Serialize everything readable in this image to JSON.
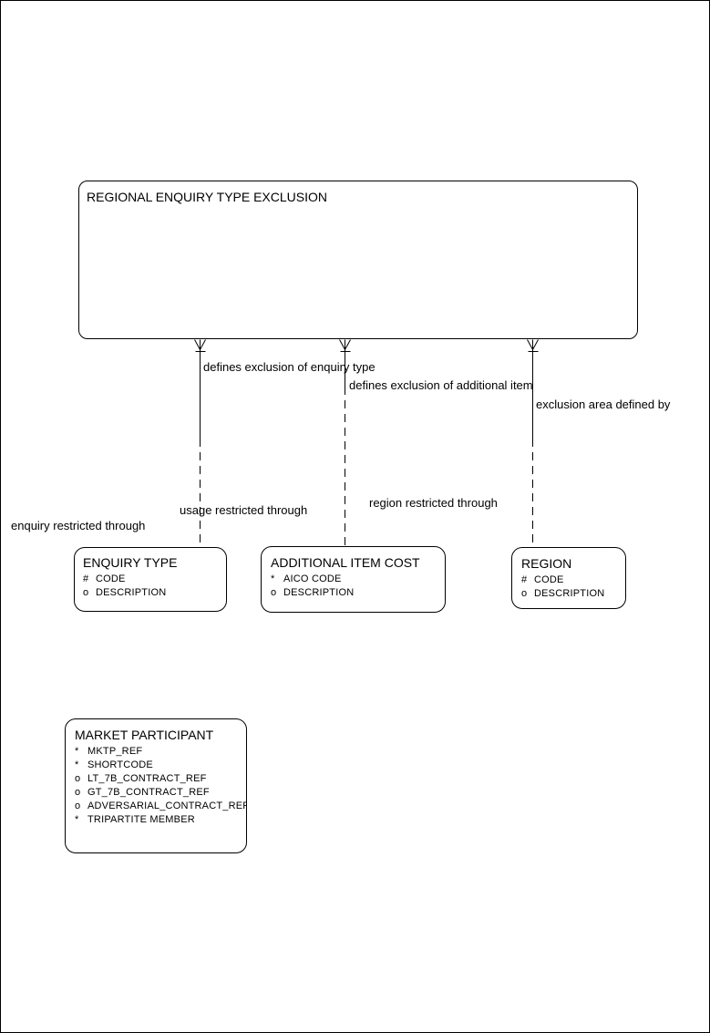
{
  "page": {
    "background_color": "#ffffff",
    "line_color": "#000000"
  },
  "root_entity": {
    "title": "REGIONAL ENQUIRY TYPE EXCLUSION"
  },
  "relationships": [
    {
      "id": "regional-exclusion-to-enquiry-type",
      "near_label": "defines exclusion of enquiry type",
      "far_label": "enquiry restricted through"
    },
    {
      "id": "regional-exclusion-to-additional-item-cost",
      "near_label": "defines exclusion of additional item",
      "far_label": "usage restricted through"
    },
    {
      "id": "regional-exclusion-to-region",
      "near_label": "exclusion area defined by",
      "far_label": "region restricted through"
    }
  ],
  "entities": [
    {
      "title": "ENQUIRY TYPE",
      "attributes": [
        {
          "prefix": "#",
          "name": "CODE"
        },
        {
          "prefix": "o",
          "name": "DESCRIPTION"
        }
      ]
    },
    {
      "title": "ADDITIONAL ITEM COST",
      "attributes": [
        {
          "prefix": "*",
          "name": "AICO CODE"
        },
        {
          "prefix": "o",
          "name": "DESCRIPTION"
        }
      ]
    },
    {
      "title": "REGION",
      "attributes": [
        {
          "prefix": "#",
          "name": "CODE"
        },
        {
          "prefix": "o",
          "name": "DESCRIPTION"
        }
      ]
    },
    {
      "title": "MARKET PARTICIPANT",
      "attributes": [
        {
          "prefix": "*",
          "name": "MKTP_REF"
        },
        {
          "prefix": "*",
          "name": "SHORTCODE"
        },
        {
          "prefix": "o",
          "name": "LT_7B_CONTRACT_REF"
        },
        {
          "prefix": "o",
          "name": "GT_7B_CONTRACT_REF"
        },
        {
          "prefix": "o",
          "name": "ADVERSARIAL_CONTRACT_REF"
        },
        {
          "prefix": "*",
          "name": "TRIPARTITE MEMBER"
        }
      ]
    }
  ]
}
